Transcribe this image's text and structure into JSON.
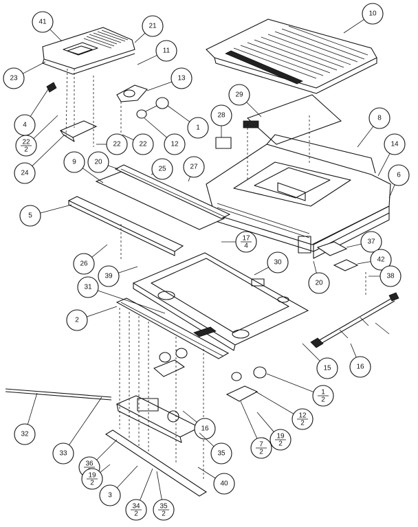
{
  "callouts": [
    {
      "id": "c41",
      "label": "41"
    },
    {
      "id": "c21",
      "label": "21"
    },
    {
      "id": "c23",
      "label": "23"
    },
    {
      "id": "c11",
      "label": "11"
    },
    {
      "id": "c13",
      "label": "13"
    },
    {
      "id": "c10",
      "label": "10"
    },
    {
      "id": "c4",
      "label": "4"
    },
    {
      "id": "c1a",
      "label": "1"
    },
    {
      "id": "c22a",
      "num": "22",
      "den": "2"
    },
    {
      "id": "c22b",
      "label": "22"
    },
    {
      "id": "c12a",
      "label": "12"
    },
    {
      "id": "c22c",
      "label": "22"
    },
    {
      "id": "c24",
      "label": "24"
    },
    {
      "id": "c28",
      "label": "28"
    },
    {
      "id": "c29",
      "label": "29"
    },
    {
      "id": "c8",
      "label": "8"
    },
    {
      "id": "c14",
      "label": "14"
    },
    {
      "id": "c9",
      "label": "9"
    },
    {
      "id": "c20a",
      "label": "20"
    },
    {
      "id": "c25",
      "label": "25"
    },
    {
      "id": "c27",
      "label": "27"
    },
    {
      "id": "c6",
      "label": "6"
    },
    {
      "id": "c5",
      "label": "5"
    },
    {
      "id": "c17a",
      "num": "17",
      "den": "4"
    },
    {
      "id": "c37",
      "label": "37"
    },
    {
      "id": "c42",
      "label": "42"
    },
    {
      "id": "c26",
      "label": "26"
    },
    {
      "id": "c39",
      "label": "39"
    },
    {
      "id": "c30",
      "label": "30"
    },
    {
      "id": "c20b",
      "label": "20"
    },
    {
      "id": "c38",
      "label": "38"
    },
    {
      "id": "c31",
      "label": "31"
    },
    {
      "id": "c2",
      "label": "2"
    },
    {
      "id": "c15",
      "label": "15"
    },
    {
      "id": "c16a",
      "label": "16"
    },
    {
      "id": "c1b",
      "num": "1",
      "den": "2"
    },
    {
      "id": "c12b",
      "num": "12",
      "den": "2"
    },
    {
      "id": "c7",
      "num": "7",
      "den": "2"
    },
    {
      "id": "c19a",
      "num": "19",
      "den": "2"
    },
    {
      "id": "c32",
      "label": "32"
    },
    {
      "id": "c33",
      "label": "33"
    },
    {
      "id": "c16b",
      "label": "16"
    },
    {
      "id": "c36a",
      "num": "36",
      "den": "2"
    },
    {
      "id": "c35a",
      "label": "35"
    },
    {
      "id": "c19b",
      "num": "19",
      "den": "2"
    },
    {
      "id": "c40",
      "label": "40"
    },
    {
      "id": "c3",
      "label": "3"
    },
    {
      "id": "c34",
      "num": "34",
      "den": "2"
    },
    {
      "id": "c35b",
      "num": "35",
      "den": "2"
    }
  ]
}
